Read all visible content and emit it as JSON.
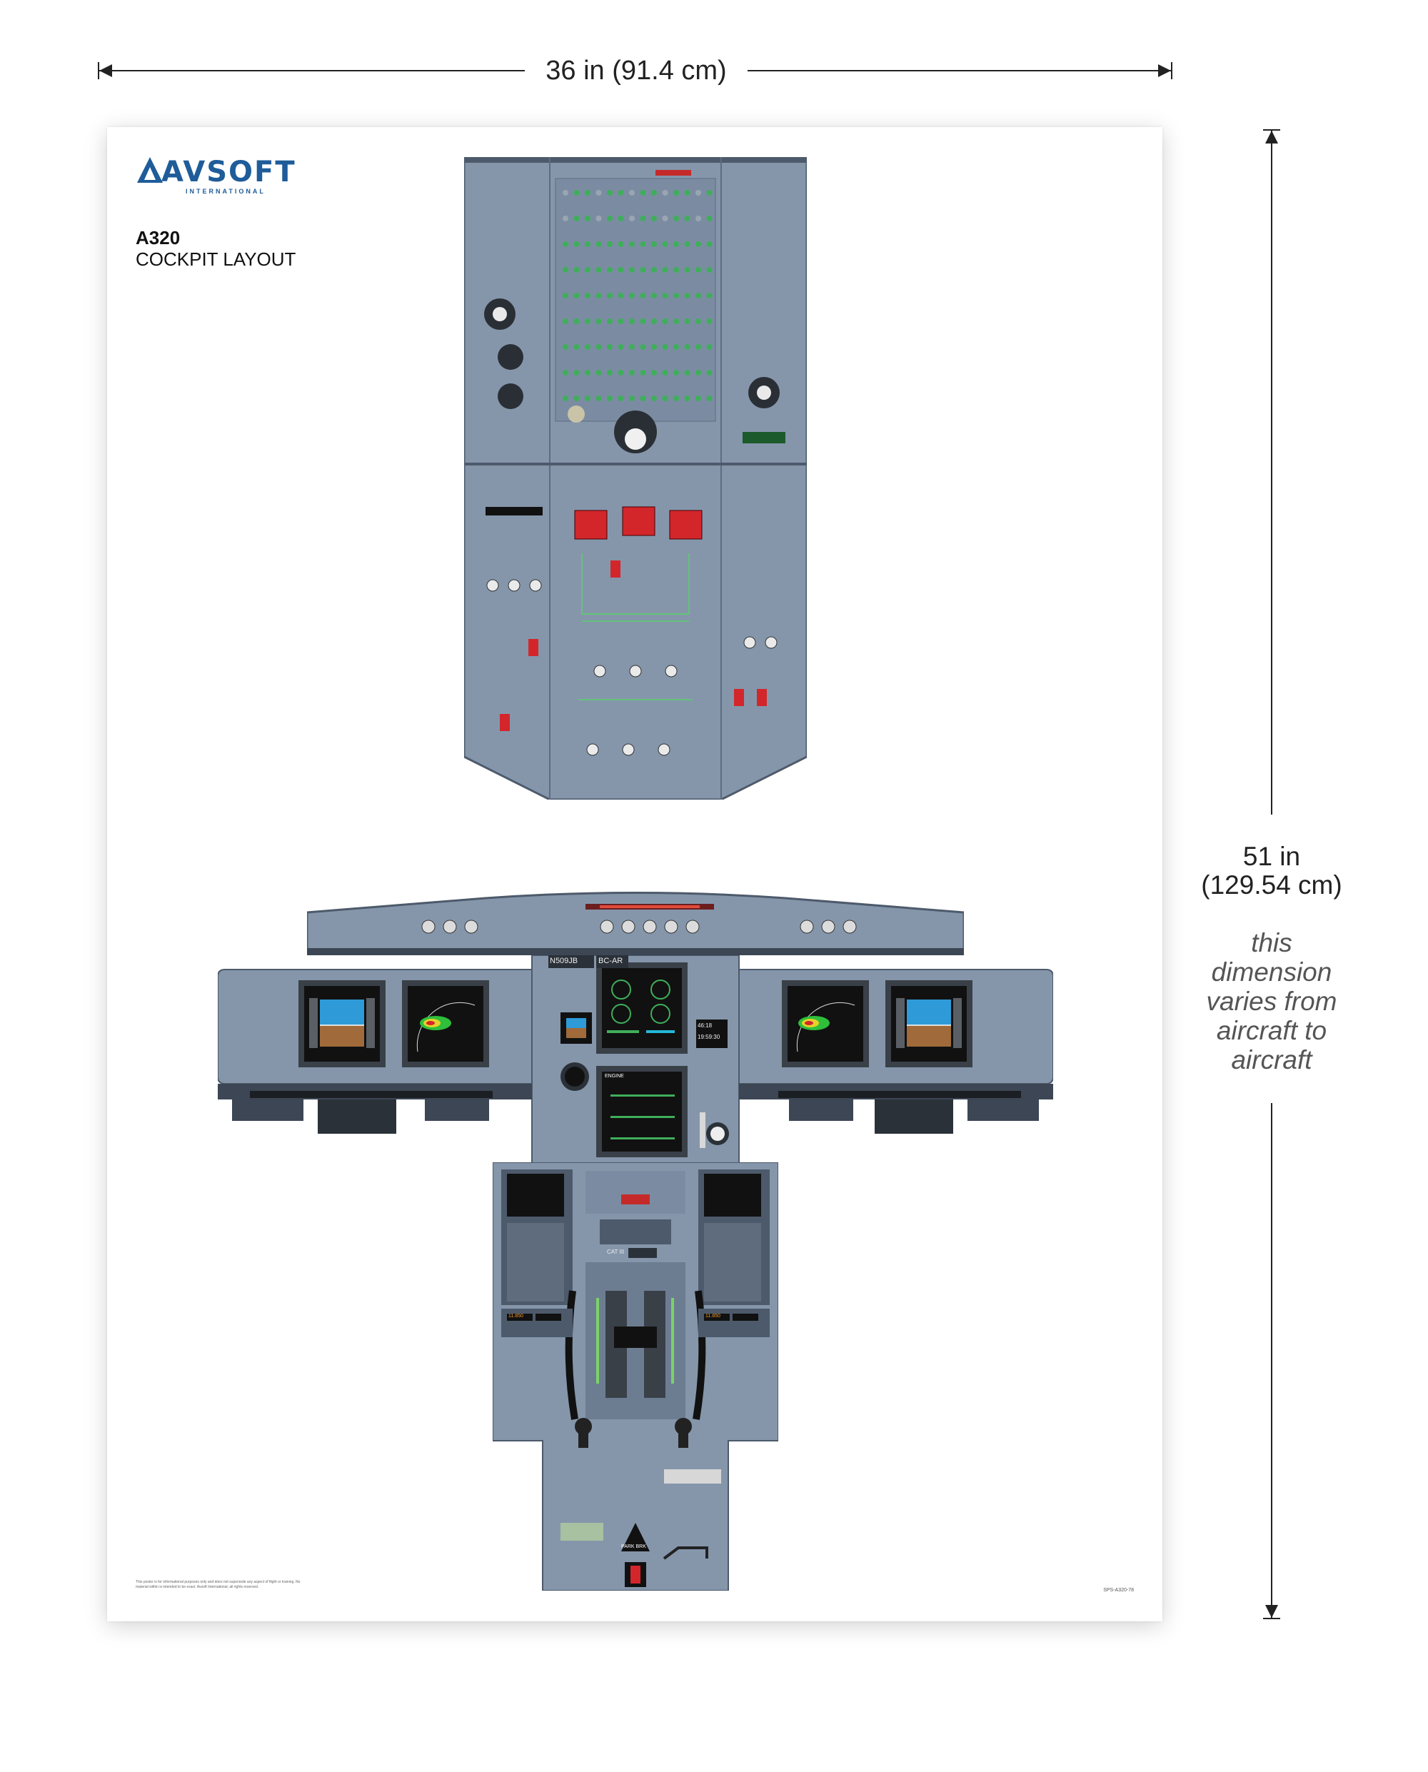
{
  "dimensions": {
    "width_label": "36 in (91.4 cm)",
    "height_label_line1": "51 in",
    "height_label_line2": "(129.54 cm)",
    "height_note": [
      "this",
      "dimension",
      "varies from",
      "aircraft to",
      "aircraft"
    ]
  },
  "poster": {
    "logo": {
      "name": "AVSOFT",
      "sub": "INTERNATIONAL"
    },
    "title": "A320",
    "subtitle": "COCKPIT LAYOUT",
    "fine_print": "This poster is for informational purposes only and does not supersede any aspect of flight or training. No material within is intended to be exact. Avsoft International, all rights reserved.",
    "ref_code": "SPS-A320-78"
  },
  "cockpit": {
    "tail_number": "N509JB",
    "recall_code": "BC-AR",
    "display_titles": {
      "engine": "ENGINE"
    },
    "clock": [
      "46:18",
      "19:59:30"
    ],
    "fms_readouts": [
      "11.850",
      "11.850"
    ],
    "park_brk_label": "PARK BRK",
    "cat_label": "CAT III",
    "colors": {
      "panel": "#8596ab",
      "panel_dark": "#6f7f94",
      "screen": "#111111",
      "sky": "#2e9bd8",
      "ground": "#a06a3a",
      "warning_red": "#d3262b",
      "switch_green": "#3fae5a"
    }
  }
}
